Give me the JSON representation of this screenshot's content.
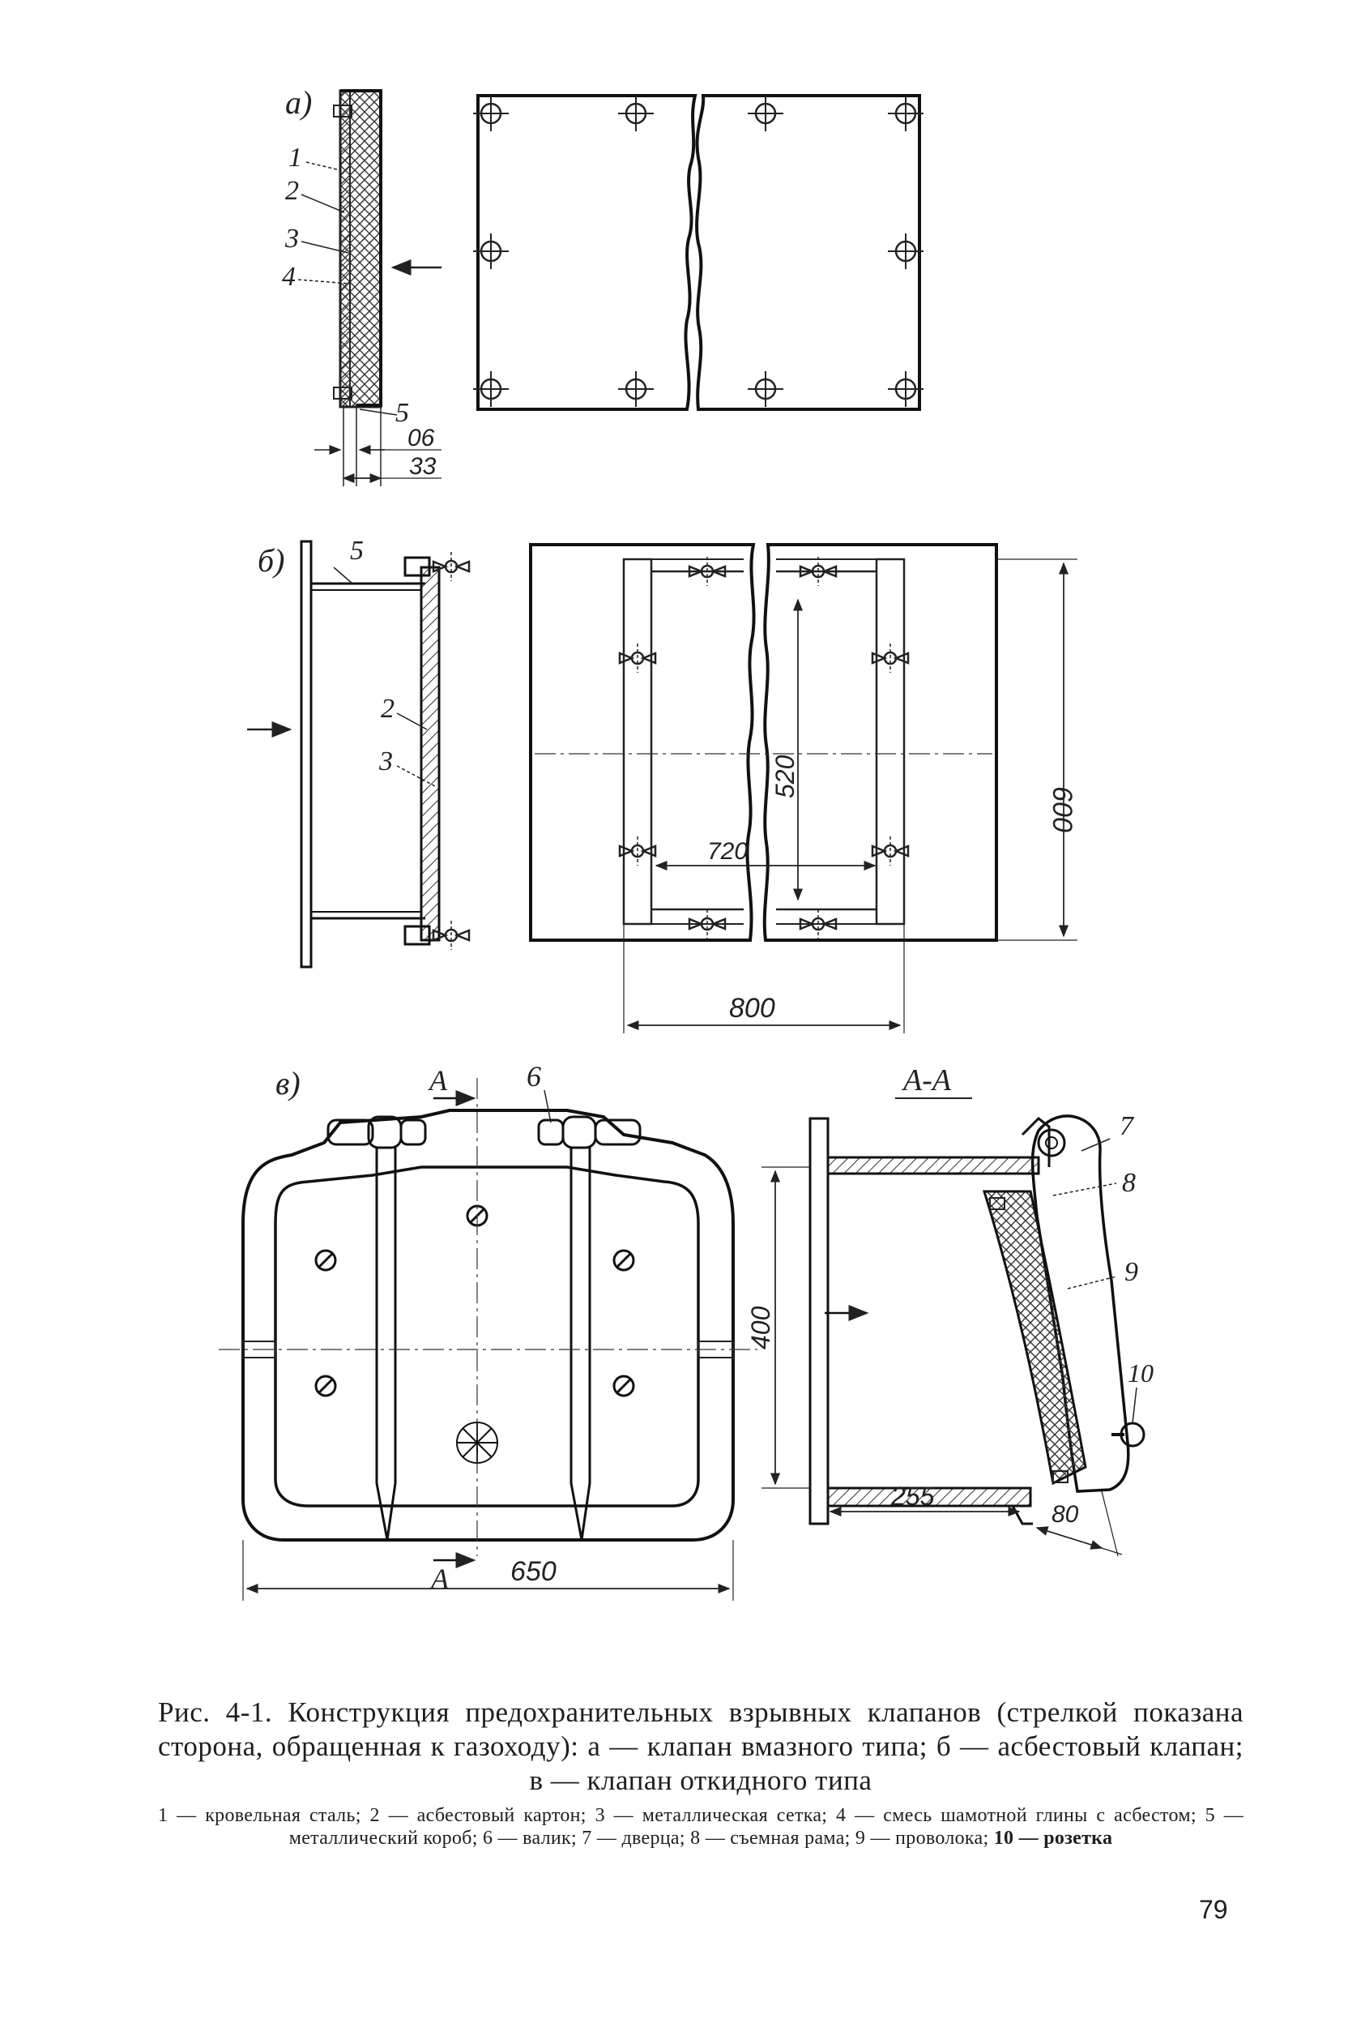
{
  "figure": {
    "labels": {
      "a": "а)",
      "b": "б)",
      "v": "в)",
      "section_mark": "A",
      "section_title": "А-А"
    },
    "callouts_a": [
      "1",
      "2",
      "3",
      "4",
      "5"
    ],
    "dims_a": [
      "06",
      "33"
    ],
    "callouts_b": [
      "5",
      "2",
      "3"
    ],
    "dims_b": [
      "520",
      "600",
      "720",
      "800"
    ],
    "callouts_v": [
      "6",
      "7",
      "8",
      "9",
      "10"
    ],
    "dims_v": [
      "400",
      "255",
      "80",
      "650"
    ]
  },
  "caption": {
    "main": "Рис. 4-1. Конструкция предохранительных взрывных клапанов (стрелкой показана сторона, обращенная к газоходу): а — клапан вмазного типа; б — асбестовый клапан; в — клапан откидного типа",
    "legend_main": "1 — кровельная сталь; 2 — асбестовый картон; 3 — металлическая сетка; 4 — смесь шамотной глины с асбестом; 5 — металлический короб; 6 — валик; 7 — дверца; 8 — съемная рама; 9 — проволока;",
    "legend_tail": "10 — розетка"
  },
  "page_number": "79"
}
